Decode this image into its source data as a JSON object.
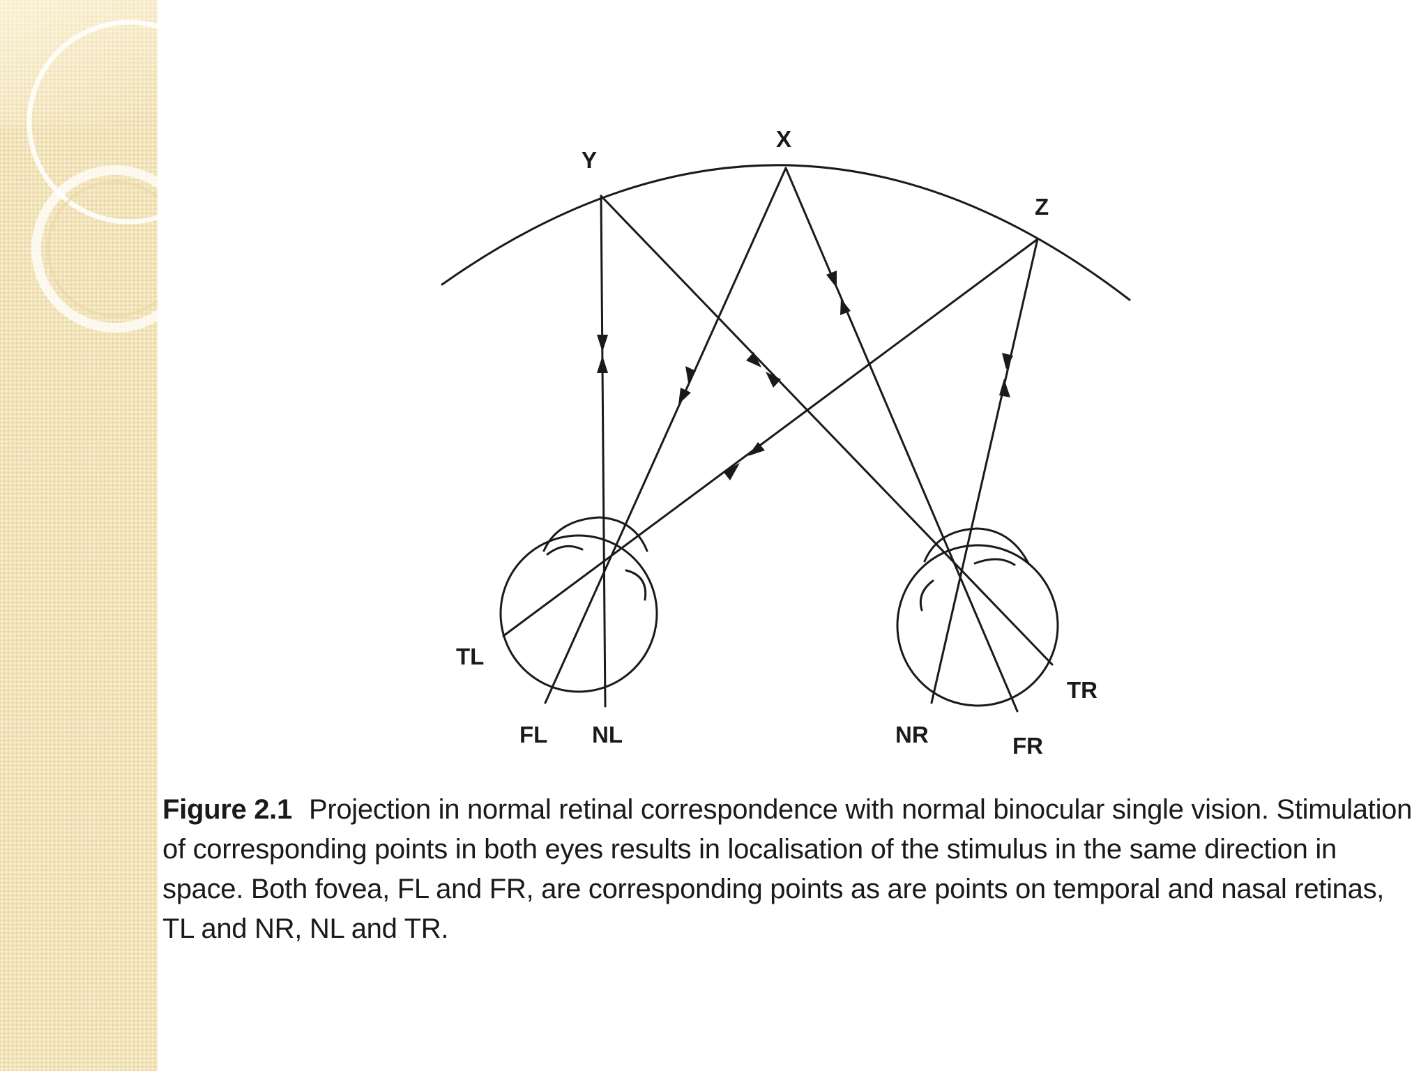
{
  "figure": {
    "labels": {
      "y": "Y",
      "x": "X",
      "z": "Z",
      "tl": "TL",
      "fl": "FL",
      "nl": "NL",
      "nr": "NR",
      "fr": "FR",
      "tr": "TR"
    },
    "caption": {
      "label": "Figure 2.1",
      "text": "Projection in normal retinal correspondence with normal binocular single vision. Stimulation of corresponding points in both eyes results in localisation of the stimulus in the same direction in space. Both fovea, FL and FR, are corresponding points as are points on temporal and nasal retinas, TL and NR, NL and TR."
    }
  },
  "colors": {
    "ink": "#1a1a1a",
    "band": "#f2e3b8",
    "ring": "#ffffff"
  }
}
